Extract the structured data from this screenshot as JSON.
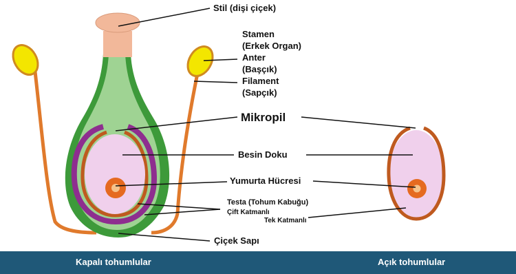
{
  "labels": {
    "stil": "Stil (dişi çiçek)",
    "stamen_1": "Stamen",
    "stamen_2": "(Erkek Organ)",
    "anter_1": "Anter",
    "anter_2": "(Başçık)",
    "filament_1": "Filament",
    "filament_2": "(Sapçık)",
    "mikropil": "Mikropil",
    "besin_doku": "Besin Doku",
    "yumurta": "Yumurta Hücresi",
    "testa": "Testa (Tohum Kabuğu)",
    "cift": "Çift Katmanlı",
    "tek": "Tek Katmanlı",
    "cicek_sapi": "Çiçek Sapı"
  },
  "footer": {
    "left": "Kapalı tohumlular",
    "right": "Açık tohumlular"
  },
  "colors": {
    "green_outer": "#3d9a3a",
    "green_inner": "#9fd393",
    "stigma": "#f2b89a",
    "anther": "#f3e600",
    "filament": "#e07a2c",
    "purple": "#8e2e8f",
    "brown": "#bf5a1f",
    "pink": "#f0d0ec",
    "egg": "#e56a20",
    "footer": "#1f5878"
  }
}
